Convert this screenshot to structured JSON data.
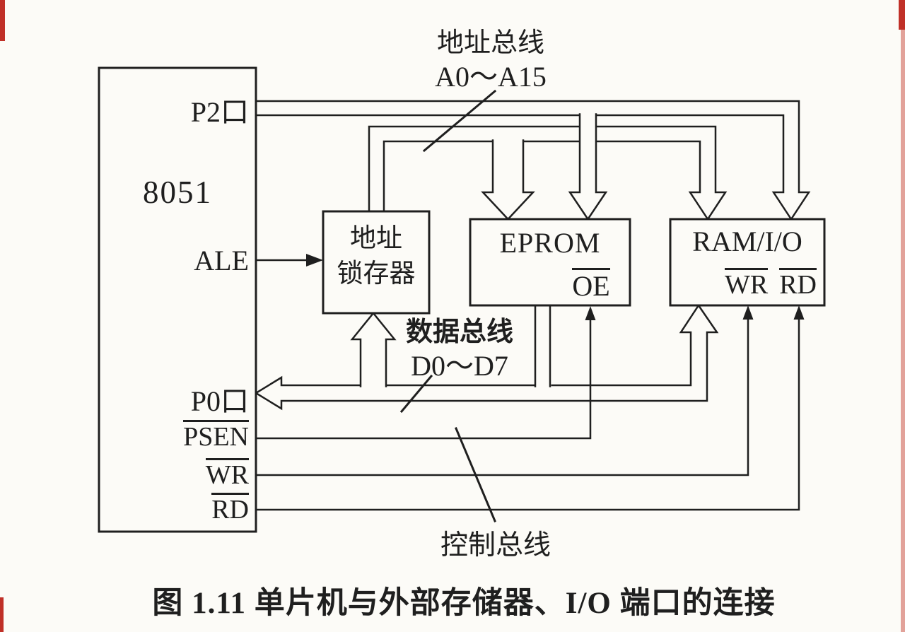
{
  "figure": {
    "caption": "图 1.11  单片机与外部存储器、I/O 端口的连接"
  },
  "mcu": {
    "name": "8051",
    "pin_p2": "P2口",
    "pin_ale": "ALE",
    "pin_p0": "P0口",
    "pin_psen": "PSEN",
    "pin_wr": "WR",
    "pin_rd": "RD"
  },
  "latch": {
    "line1": "地址",
    "line2": "锁存器"
  },
  "eprom": {
    "name": "EPROM",
    "pin_oe": "OE"
  },
  "ram": {
    "name": "RAM/I/O",
    "pin_wr": "WR",
    "pin_rd": "RD"
  },
  "buses": {
    "address_label": "地址总线",
    "address_range": "A0～A15",
    "data_label": "数据总线",
    "data_range": "D0～D7",
    "control_label": "控制总线"
  },
  "colors": {
    "ink": "#1f1f1f",
    "paper": "#fcfbf7",
    "scan_mark": "#c03028"
  }
}
